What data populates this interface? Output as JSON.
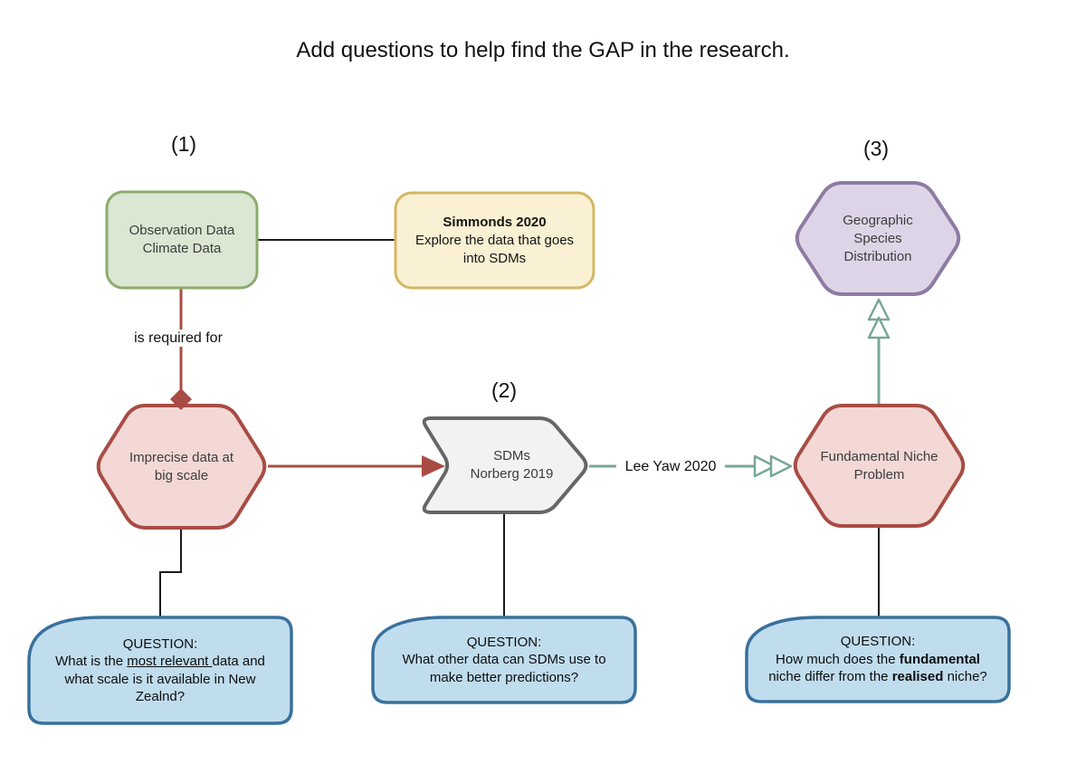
{
  "title": "Add questions to help find the GAP in the research.",
  "labels": {
    "n1": "(1)",
    "n2": "(2)",
    "n3": "(3)"
  },
  "nodes": {
    "observation": {
      "lines": [
        "Observation Data",
        "Climate Data"
      ]
    },
    "simmonds": {
      "title": "Simmonds 2020",
      "lines": [
        "Explore the data that goes",
        "into SDMs"
      ]
    },
    "geographic": {
      "lines": [
        "Geographic",
        "Species",
        "Distribution"
      ]
    },
    "imprecise": {
      "lines": [
        "Imprecise data at",
        "big scale"
      ]
    },
    "sdms": {
      "lines": [
        "SDMs",
        "Norberg 2019"
      ]
    },
    "fundamental": {
      "lines": [
        "Fundamental Niche",
        "Problem"
      ]
    }
  },
  "edges": {
    "is_required_for": "is required for",
    "lee_yaw": "Lee Yaw 2020"
  },
  "questions": {
    "q1": {
      "header": "QUESTION:",
      "line2_pre": "What is the ",
      "line2_underline": "most relevant ",
      "line2_post": "data and",
      "line3": "what scale is it available in New",
      "line4": "Zealnd?"
    },
    "q2": {
      "header": "QUESTION:",
      "line2": "What other data can SDMs use to",
      "line3": "make better predictions?"
    },
    "q3": {
      "header": "QUESTION:",
      "line2_pre": "How much does the ",
      "line2_bold": "fundamental",
      "line3_pre": "niche differ from the ",
      "line3_bold": "realised",
      "line3_post": " niche?"
    }
  },
  "colors": {
    "green_fill": "#dbe7d3",
    "green_border": "#8cab70",
    "yellow_fill": "#faf0d3",
    "yellow_border": "#d2b865",
    "purple_fill": "#ded4e7",
    "purple_border": "#8e7ba3",
    "pink_fill": "#f3d8d5",
    "pink_border": "#a84c44",
    "gray_fill": "#f2f2f2",
    "gray_border": "#666666",
    "teal": "#78a796",
    "blue_fill": "#c0ddee",
    "blue_border": "#39719c",
    "black_line": "#1a1a1a"
  }
}
